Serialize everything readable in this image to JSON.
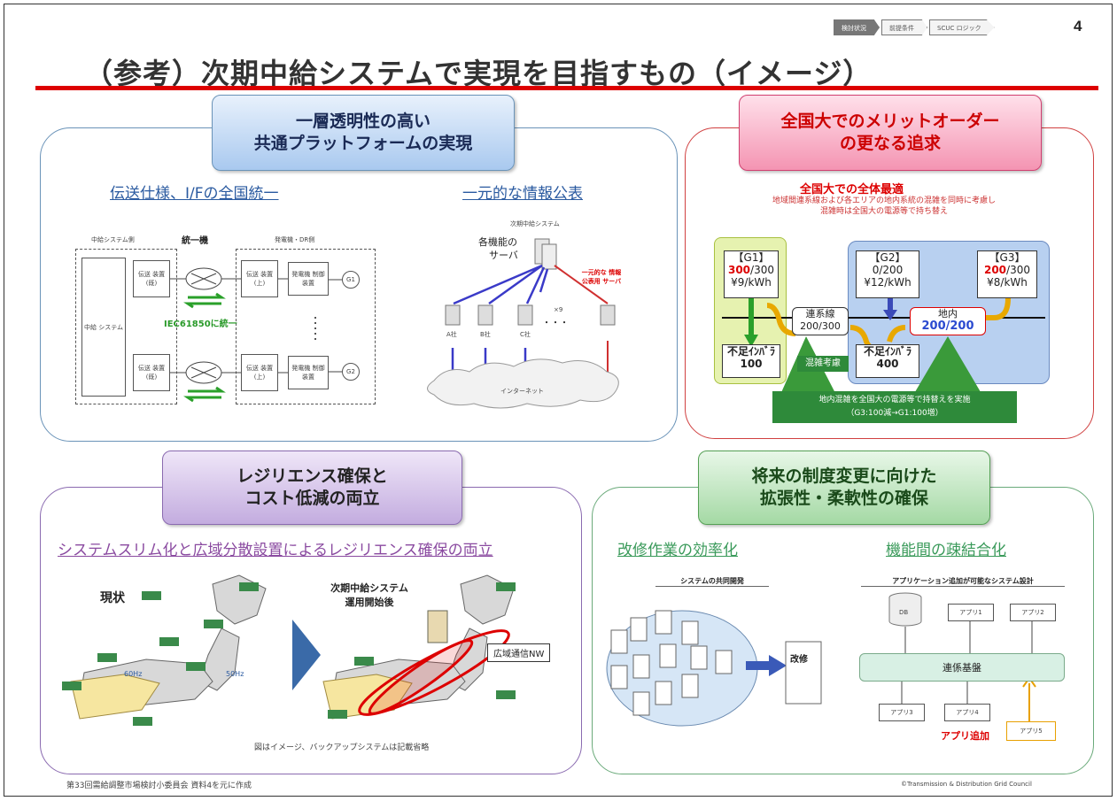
{
  "header": {
    "crumbs": [
      "検討状況",
      "前提条件",
      "SCUC ロジック"
    ],
    "page_number": "4",
    "title": "（参考）次期中給システムで実現を目指すもの（イメージ）"
  },
  "panel_tl": {
    "badge_line1": "一層透明性の高い",
    "badge_line2": "共通プラットフォームの実現",
    "sub_left": "伝送仕様、I/Fの全国統一",
    "sub_right": "一元的な情報公表",
    "diagram": {
      "left_label": "中給システム側",
      "center_label": "統一機",
      "right_label": "発電機・DR側",
      "central_system": "中給 システム",
      "tx_left": "伝送 装置 (既)",
      "tx_right": "伝送 装置 (上)",
      "gen_ctrl": "発電機 制御装置",
      "g1": "G1",
      "g2": "G2",
      "iec": "IEC61850に統一",
      "next_system": "次期中給システム",
      "servers_label_1": "各機能の",
      "servers_label_2": "サーバ",
      "public_label": "一元的な 情報公表用 サーバ",
      "company_a": "A社",
      "company_b": "B社",
      "company_c": "C社",
      "times9": "×9",
      "internet": "インターネット"
    }
  },
  "panel_tr": {
    "badge_line1": "全国大でのメリットオーダー",
    "badge_line2": "の更なる追求",
    "heading": "全国大での全体最適",
    "note_line1": "地域間連系線および各エリアの地内系統の混雑を同時に考慮し",
    "note_line2": "混雑時は全国大の電源等で持ち替え",
    "g1": {
      "name": "【G1】",
      "used": "300",
      "cap": "/300",
      "price": "¥9/kWh"
    },
    "g2": {
      "name": "【G2】",
      "used": "0",
      "cap": "/200",
      "price": "¥12/kWh"
    },
    "g3": {
      "name": "【G3】",
      "used": "200",
      "cap": "/300",
      "price": "¥8/kWh"
    },
    "interconnect": {
      "name": "連系線",
      "value": "200/300"
    },
    "local": {
      "name": "地内",
      "value": "200/200"
    },
    "short1": {
      "label": "不足ｲﾝﾊﾞﾗ",
      "value": "100"
    },
    "short2": {
      "label": "不足ｲﾝﾊﾞﾗ",
      "value": "400"
    },
    "congestion": "混雑考慮",
    "bottom_line1": "地内混雑を全国大の電源等で持替えを実施",
    "bottom_line2": "（G3:100減→G1:100増）"
  },
  "panel_bl": {
    "badge_line1": "レジリエンス確保と",
    "badge_line2": "コスト低減の両立",
    "sub": "システムスリム化と広域分散設置によるレジリエンス確保の両立",
    "current": "現状",
    "next_line1": "次期中給システム",
    "next_line2": "運用開始後",
    "hz60": "60Hz",
    "hz50": "50Hz",
    "wide_nw": "広域通信NW",
    "note": "図はイメージ、バックアップシステムは記載省略"
  },
  "panel_br": {
    "badge_line1": "将来の制度変更に向けた",
    "badge_line2": "拡張性・柔軟性の確保",
    "sub_left": "改修作業の効率化",
    "sub_right": "機能間の疎結合化",
    "left_caption": "システムの共同開発",
    "right_caption": "アプリケーション追加が可能なシステム設計",
    "kaishu": "改修",
    "db": "DB",
    "app1": "アプリ1",
    "app2": "アプリ2",
    "app3": "アプリ3",
    "app4": "アプリ4",
    "app5": "アプリ5",
    "platform": "連係基盤",
    "add_app": "アプリ追加"
  },
  "footer": {
    "left": "第33回需給調整市場検討小委員会 資料4を元に作成",
    "right": "©Transmission & Distribution Grid Council"
  },
  "colors": {
    "accent_red": "#dd0000",
    "blue_line": "#3a3ac8",
    "green_arrow": "#2aa02a"
  }
}
